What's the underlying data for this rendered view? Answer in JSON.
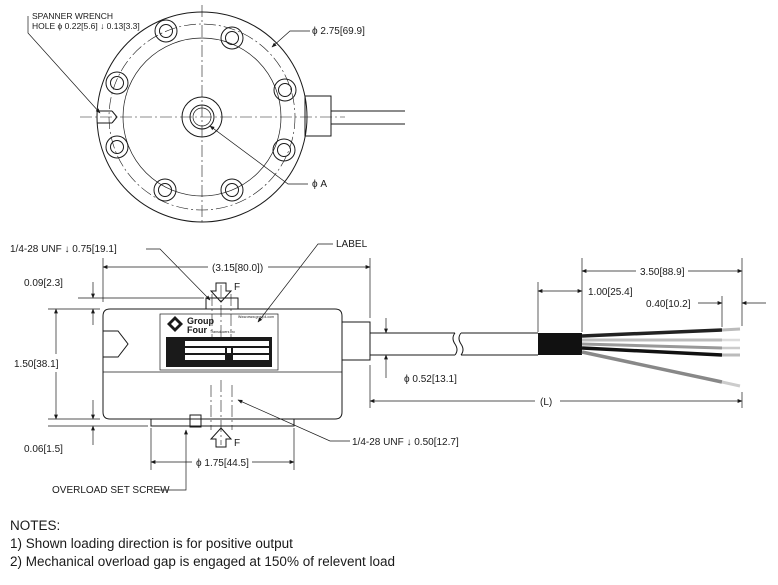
{
  "top_view": {
    "spanner_title": "SPANNER WRENCH",
    "spanner_detail": "HOLE ϕ 0.22[5.6] ↓ 0.13[3.3]",
    "outer_diameter": "ϕ 2.75[69.9]",
    "center_hole": "ϕ A"
  },
  "side_view": {
    "top_thread": "1/4-28 UNF ↓ 0.75[19.1]",
    "label_callout": "LABEL",
    "width": "(3.15[80.0])",
    "top_gap": "0.09[2.3]",
    "height": "1.50[38.1]",
    "bottom_gap": "0.06[1.5]",
    "force_top": "F",
    "force_bottom": "F",
    "base_diameter": "ϕ 1.75[44.5]",
    "bottom_thread": "1/4-28 UNF ↓ 0.50[12.7]",
    "overload_screw": "OVERLOAD SET SCREW"
  },
  "cable": {
    "length_350": "3.50[88.9]",
    "length_100": "1.00[25.4]",
    "length_040": "0.40[10.2]",
    "diameter": "ϕ 0.52[13.1]",
    "overall": "(L)"
  },
  "product_label": {
    "brand_line1": "Group",
    "brand_line2": "Four",
    "brand_tag": "Transducers Inc",
    "website": "Www.www.group4.com"
  },
  "notes": {
    "heading": "NOTES:",
    "items": [
      "1) Shown loading direction is for positive output",
      "2) Mechanical overload gap is engaged at 150% of relevent load"
    ]
  }
}
